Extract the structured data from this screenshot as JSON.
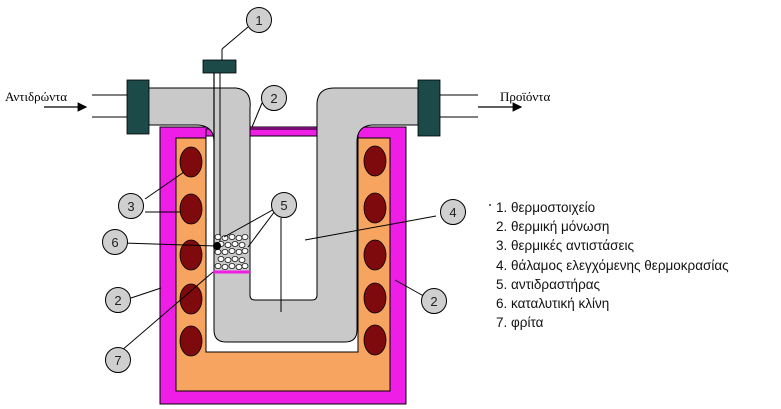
{
  "flow": {
    "inlet_label": "Αντιδρώντα",
    "outlet_label": "Προϊόντα"
  },
  "callouts": [
    "1",
    "2",
    "3",
    "3",
    "4",
    "5",
    "6",
    "2",
    "2",
    "7"
  ],
  "legend": {
    "items": [
      "1. θερμοστοιχείο",
      "2. θερμική μόνωση",
      "3. θερμικές αντιστάσεις",
      "4. θάλαμος ελεγχόμενης θερμοκρασίας",
      "5. αντιδραστήρας",
      "6. καταλυτική κλίνη",
      "7. φρίτα"
    ]
  },
  "colors": {
    "insulation": "#ee1ee6",
    "furnace": "#f7a460",
    "heater": "#7f0a0e",
    "reactor": "#c9c9c9",
    "flange": "#1c4a48",
    "callout": "#cfcfcf"
  }
}
